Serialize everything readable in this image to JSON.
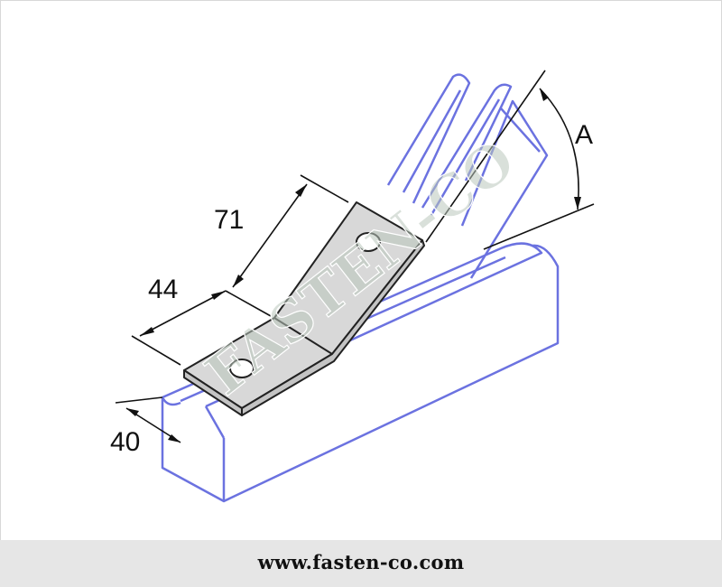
{
  "diagram": {
    "dimension_labels": {
      "d71": "71",
      "d44": "44",
      "d40": "40",
      "angle": "A"
    },
    "watermark": "FASTEN-CO"
  },
  "footer": {
    "url": "www.fasten-co.com"
  },
  "colors": {
    "channel_outline": "#6b72e0",
    "bracket_fill": "#d8d8d8",
    "footer_bg": "#e6e6e6"
  }
}
